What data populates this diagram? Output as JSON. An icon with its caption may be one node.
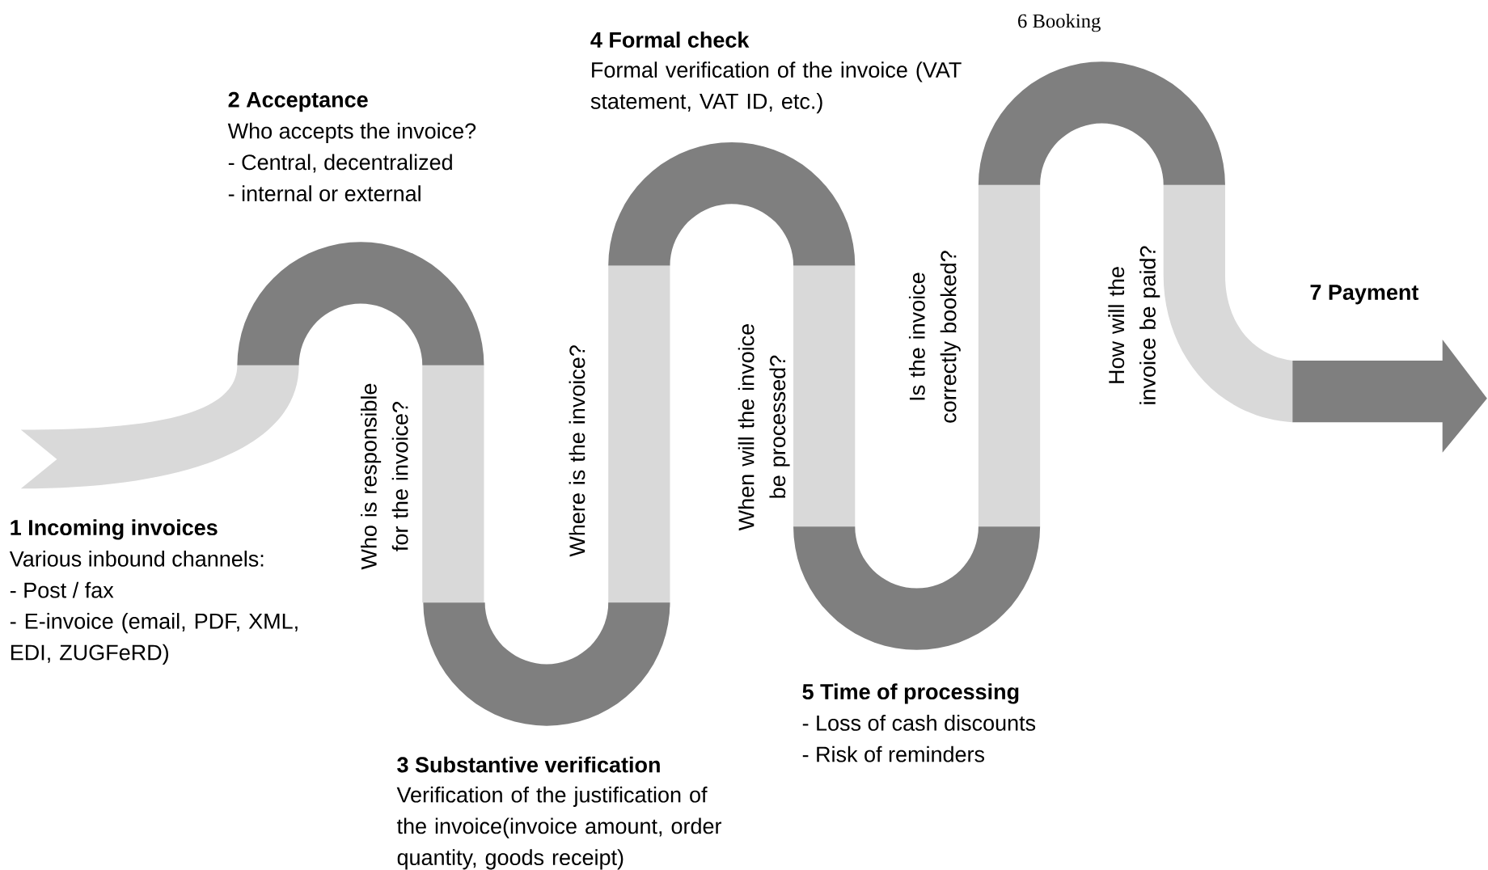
{
  "diagram": {
    "labels": [
      "6 Booking",
      "4 Formal check",
      "Formal verification of the invoice (VAT statement, VAT ID, etc.)",
      "2 Acceptance",
      "Who accepts the invoice?",
      "- Central, decentralized",
      "- internal or external",
      "Is the invoice correctly booked?",
      "How will the invoice be paid?",
      "7 Payment",
      "When will the invoice be processed?",
      "Where is the invoice?",
      "Who is responsible for the invoice?",
      "1 Incoming invoices",
      "Various inbound channels:",
      "- Post / fax",
      "- E-invoice (email, PDF, XML, EDI, ZUGFeRD)",
      "5 Time of processing",
      "- Loss of cash discounts",
      "- Risk of reminders",
      "3 Substantive verification",
      "Verification of the justification of the invoice(invoice amount, order quantity, goods receipt)"
    ]
  }
}
